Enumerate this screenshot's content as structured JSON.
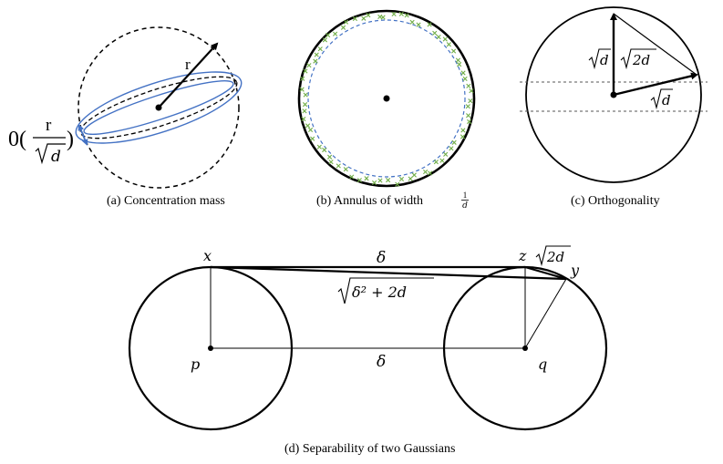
{
  "panel_a": {
    "caption": "(a) Concentration mass",
    "radius_label": "r",
    "order_prefix": "0(",
    "order_num": "r",
    "order_den": "d",
    "order_suffix": ")"
  },
  "panel_b": {
    "caption": "(b) Annulus of width",
    "width_num": "1",
    "width_den": "d"
  },
  "panel_c": {
    "caption": "(c) Orthogonality",
    "label_left": "d",
    "label_diag": "2d",
    "label_bottom": "d"
  },
  "panel_d": {
    "caption": "(d) Separability of two Gaussians",
    "x": "x",
    "z": "z",
    "y": "y",
    "p": "p",
    "q": "q",
    "delta_top": "δ",
    "delta_bottom": "δ",
    "sqrt_2d": "2d",
    "dist_inner": "δ² + 2d"
  },
  "colors": {
    "blue": "#4472c4",
    "green": "#70ad47",
    "black": "#000000"
  }
}
